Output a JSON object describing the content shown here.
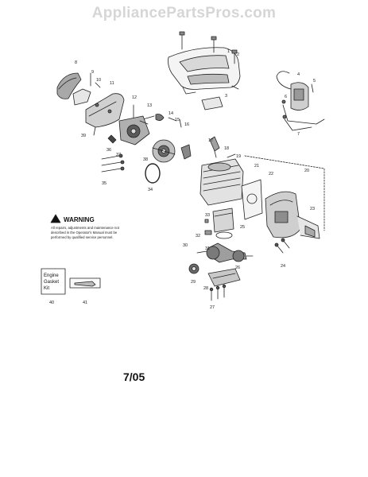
{
  "watermark": "AppliancePartsPros.com",
  "date_code": "7/05",
  "warning": {
    "title": "WARNING",
    "lines": [
      "All repairs, adjustments and maintenance not",
      "described in the Operator's Manual must be",
      "performed by qualified service personnel."
    ]
  },
  "kit": {
    "lines": [
      "Engine",
      "Gasket",
      "Kit"
    ]
  },
  "callouts": {
    "c1": "1",
    "c2": "2",
    "c3": "3",
    "c4": "4",
    "c5": "5",
    "c6": "6",
    "c7": "7",
    "c8": "8",
    "c9": "9",
    "c10": "10",
    "c11": "11",
    "c12": "12",
    "c13": "13",
    "c14": "14",
    "c15": "15",
    "c16": "16",
    "c17": "17",
    "c18": "18",
    "c19": "19",
    "c20": "20",
    "c21": "21",
    "c22": "22",
    "c23": "23",
    "c24": "24",
    "c25": "25",
    "c26": "26",
    "c27": "27",
    "c28": "28",
    "c29": "29",
    "c30": "30",
    "c31": "31",
    "c32": "32",
    "c33": "33",
    "c34": "34",
    "c35": "35",
    "c36": "36",
    "c37": "37",
    "c38": "38",
    "c39": "39",
    "c40": "40",
    "c41": "41"
  }
}
